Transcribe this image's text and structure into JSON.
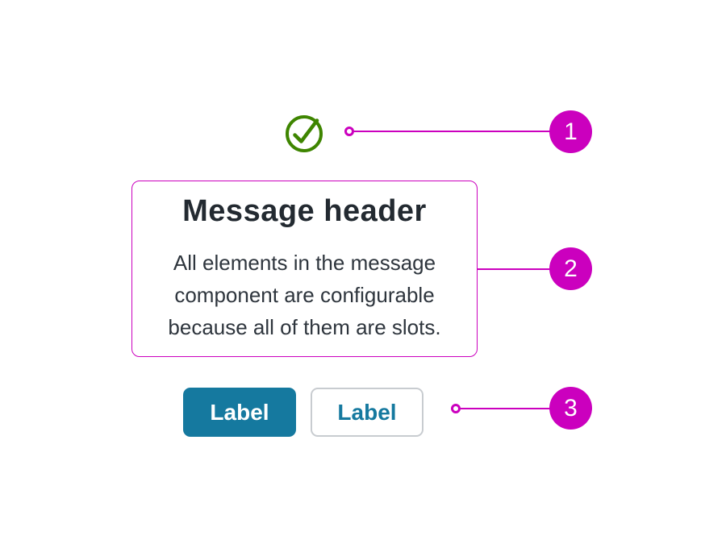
{
  "colors": {
    "annotation_magenta": "#cb00be",
    "success_green": "#3e8500",
    "primary_teal": "#15799f",
    "title_text": "#232a31",
    "body_text": "#2e353d",
    "secondary_button_border": "#c8ccd0"
  },
  "message": {
    "status_icon": "check-circle-icon",
    "header": "Message header",
    "body_lines": [
      "All elements in the message",
      "component are configurable",
      "because all of them are slots."
    ]
  },
  "buttons": {
    "primary_label": "Label",
    "secondary_label": "Label"
  },
  "annotations": [
    {
      "number": "1",
      "target": "status icon"
    },
    {
      "number": "2",
      "target": "message box"
    },
    {
      "number": "3",
      "target": "action buttons"
    }
  ]
}
